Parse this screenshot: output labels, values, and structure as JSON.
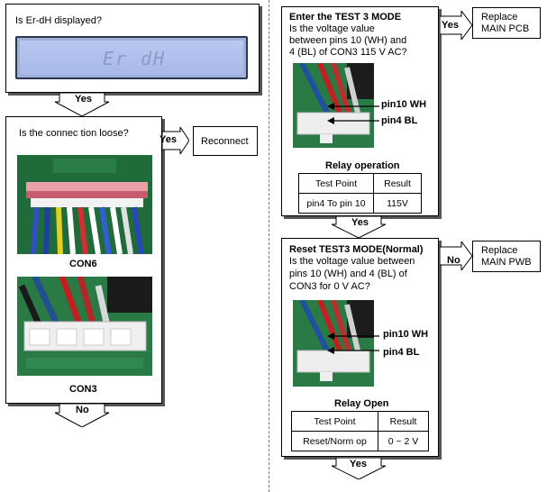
{
  "left": {
    "q1": {
      "question": "Is  Er-dH displayed?",
      "lcd_text": "Er  dH"
    },
    "yes1": "Yes",
    "q2": {
      "question": "Is the connec  tion loose?",
      "con6_label": "CON6",
      "con3_label": "CON3"
    },
    "yes2": "Yes",
    "reconnect": "Reconnect",
    "no1": "No"
  },
  "right": {
    "test3": {
      "title": "Enter the TEST 3 MODE",
      "line1": "Is the voltage value",
      "line2": "between pins 10 (WH) and",
      "line3": "4 (BL) of CON3 115 V AC?",
      "pin10": "pin10 WH",
      "pin4": "pin4 BL",
      "table_title": "Relay operation",
      "headers": [
        "Test Point",
        "Result"
      ],
      "row": [
        "pin4 To pin 10",
        "115V"
      ]
    },
    "yes_top": "Yes",
    "replace_pcb": {
      "line1": "Replace",
      "line2": "MAIN PCB"
    },
    "yes_mid": "Yes",
    "reset": {
      "title": "Reset TEST3 MODE(Normal)",
      "line1": "Is the voltage value between",
      "line2": "pins 10 (WH) and 4 (BL) of",
      "line3": "CON3 for 0 V AC?",
      "pin10": "pin10 WH",
      "pin4": "pin4 BL",
      "table_title": "Relay Open",
      "headers": [
        "Test Point",
        "Result"
      ],
      "row": [
        "Reset/Norm op",
        "0 ~ 2 V"
      ]
    },
    "no_right": "No",
    "replace_pwb": {
      "line1": "Replace",
      "line2": "MAIN PWB"
    },
    "yes_bottom": "Yes"
  }
}
